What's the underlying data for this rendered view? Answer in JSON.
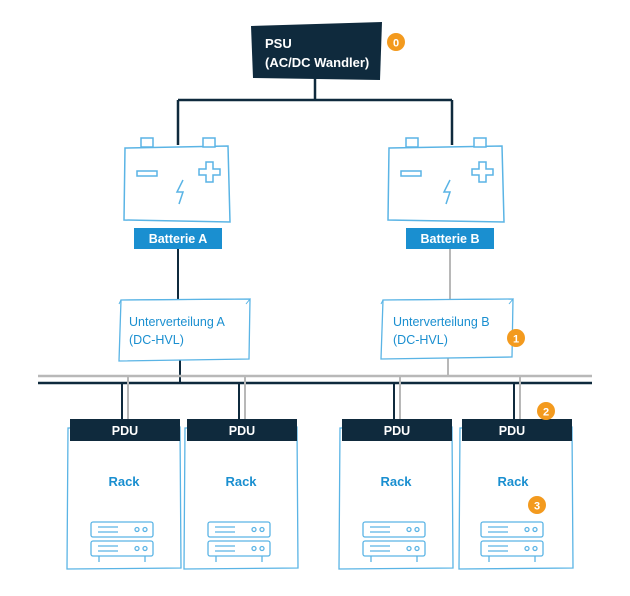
{
  "psu": {
    "line1": "PSU",
    "line2": "(AC/DC Wandler)",
    "badge": "0"
  },
  "battery_a": {
    "label": "Batterie A"
  },
  "battery_b": {
    "label": "Batterie B"
  },
  "subdist_a": {
    "line1": "Unterverteilung A",
    "line2": "(DC-HVL)"
  },
  "subdist_b": {
    "line1": "Unterverteilung B",
    "line2": "(DC-HVL)",
    "badge": "1"
  },
  "racks": [
    {
      "pdu": "PDU",
      "label": "Rack"
    },
    {
      "pdu": "PDU",
      "label": "Rack"
    },
    {
      "pdu": "PDU",
      "label": "Rack"
    },
    {
      "pdu": "PDU",
      "label": "Rack",
      "pdu_badge": "2",
      "rack_badge": "3"
    }
  ],
  "colors": {
    "navy": "#0f2a3d",
    "blue": "#1a8fd0",
    "light_blue": "#5ab4e5",
    "orange": "#f39a1e",
    "gray": "#b8b8b8"
  }
}
